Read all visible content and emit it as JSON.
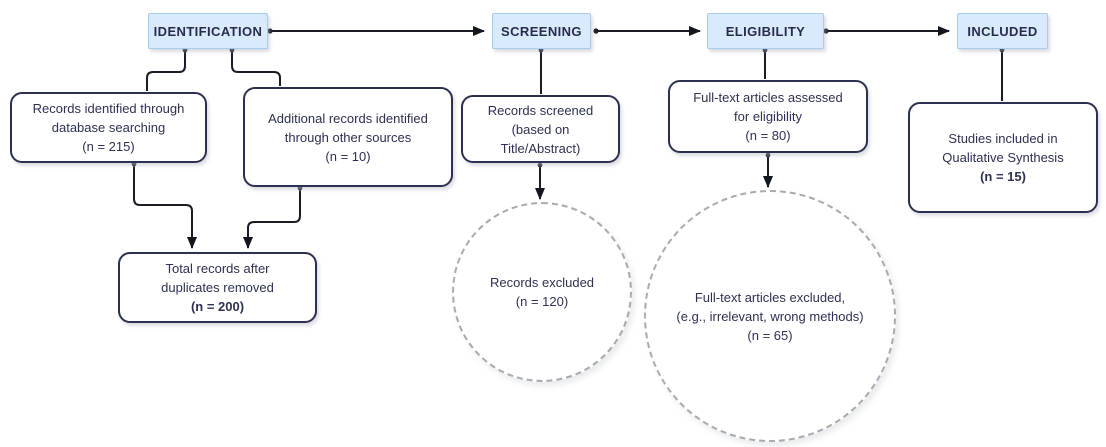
{
  "headers": {
    "identification": "IDENTIFICATION",
    "screening": "SCREENING",
    "eligibility": "ELIGIBILITY",
    "included": "INCLUDED"
  },
  "nodes": {
    "records_identified": {
      "lines": [
        "Records identified through",
        "database searching",
        "(n = 215)"
      ]
    },
    "additional_records": {
      "lines": [
        "Additional records identified",
        "through other sources",
        "(n = 10)"
      ]
    },
    "total_records": {
      "lines": [
        "Total records after",
        "duplicates removed",
        "(n = 200)"
      ]
    },
    "records_screened": {
      "lines": [
        "Records screened",
        "(based on",
        "Title/Abstract)"
      ]
    },
    "records_excluded": {
      "lines": [
        "Records excluded",
        "(n = 120)"
      ]
    },
    "fulltext_assessed": {
      "lines": [
        "Full-text articles assessed",
        "for eligibility",
        "(n = 80)"
      ]
    },
    "fulltext_excluded": {
      "lines": [
        "Full-text articles excluded,",
        "(e.g., irrelevant, wrong methods)",
        "(n = 65)"
      ]
    },
    "studies_included": {
      "lines": [
        "Studies included in",
        "Qualitative Synthesis",
        "(n = 15)"
      ]
    }
  },
  "colors": {
    "header_fill": "#d9eafc",
    "header_border": "#a9cbec",
    "box_border": "#2b3050",
    "text": "#2d3153",
    "line": "#1a1c26",
    "circle_dash": "#a8abb0"
  }
}
